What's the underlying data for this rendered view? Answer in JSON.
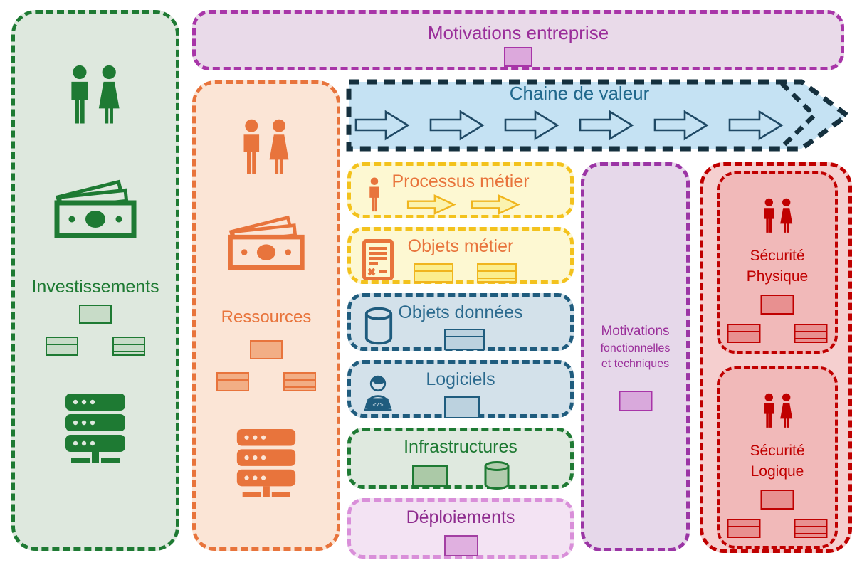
{
  "panels": {
    "investissements": {
      "label": "Investissements"
    },
    "ressources": {
      "label": "Ressources"
    },
    "motivations_entreprise": {
      "label": "Motivations entreprise"
    },
    "chaine_de_valeur": {
      "label": "Chaine de valeur",
      "arrow_count": 6
    },
    "motivations_fonctionnelles": {
      "lines": [
        "Motivations",
        "fonctionnelles",
        "et techniques"
      ]
    },
    "securite_physique": {
      "lines": [
        "Sécurité",
        "Physique"
      ]
    },
    "securite_logique": {
      "lines": [
        "Sécurité",
        "Logique"
      ]
    }
  },
  "rows": [
    {
      "label": "Processus métier"
    },
    {
      "label": "Objets métier"
    },
    {
      "label": "Objets données"
    },
    {
      "label": "Logiciels"
    },
    {
      "label": "Infrastructures"
    },
    {
      "label": "Déploiements"
    }
  ],
  "icons": {
    "people": "man-woman-icon",
    "money": "banknotes-icon",
    "server": "server-rack-icon",
    "person": "person-icon",
    "document": "contract-document-icon",
    "database": "database-cylinder-icon",
    "developer": "developer-laptop-icon",
    "arrow": "right-arrow-icon",
    "tree": "hierarchy-rectangles"
  },
  "palette": {
    "green": "#1E7A33",
    "green_bg": "#DEE8DE",
    "orange": "#E8743C",
    "orange_bg": "#FBE5D6",
    "magenta_text": "#9A2E9A",
    "magenta_border": "#A835A8",
    "magenta_bg": "#E9DAE9",
    "navy": "#15303E",
    "chain_bg": "#C5E2F3",
    "chain_text": "#20688C",
    "yellow_border": "#F3C21D",
    "yellow_bg": "#FDF8D2",
    "steel_border": "#1F5C7E",
    "steel_bg": "#D3E1EA",
    "steel_text": "#2B6A8E",
    "pink_border": "#D98FD9",
    "pink_bg": "#F3E3F3",
    "purple_col_border": "#9B35A5",
    "purple_col_bg": "#E6D8EA",
    "red": "#C00000",
    "red_bg_outer": "#F5CFCF",
    "red_bg_inner": "#F1B9B9"
  }
}
